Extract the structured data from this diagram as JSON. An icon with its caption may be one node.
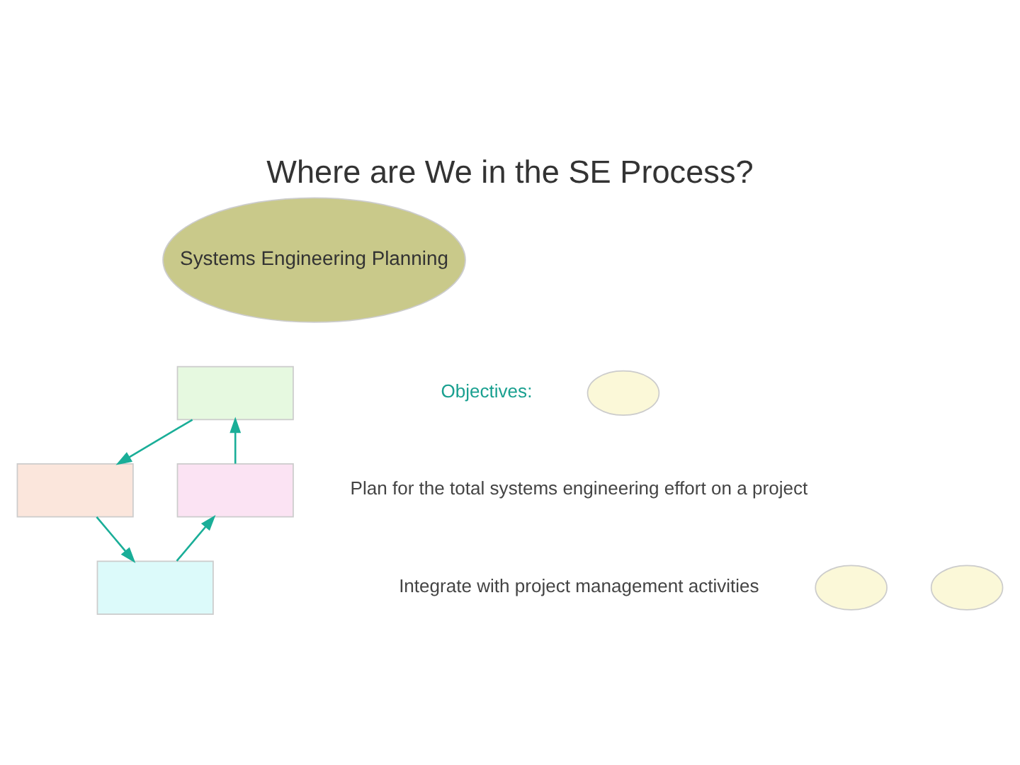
{
  "diagram": {
    "title": "Where are We in the SE Process?",
    "nodes": [
      {
        "text": [
          "Systems Engineering Planning"
        ]
      },
      {
        "text": [],
        "shape": "box"
      },
      {
        "text": [],
        "shape": "circle"
      },
      {
        "text": [],
        "shape": "box"
      },
      {
        "text": [],
        "shape": "box"
      },
      {
        "text": [],
        "shape": "circle"
      },
      {
        "text": [],
        "shape": "box"
      },
      {
        "text": [],
        "shape": "circle"
      }
    ],
    "edges": [
      {
        "from": 1,
        "to": 4,
        "arrow": "to"
      },
      {
        "from": 4,
        "to": 6,
        "arrow": "to"
      },
      {
        "from": 6,
        "to": 3,
        "arrow": "to"
      },
      {
        "from": 3,
        "to": 1,
        "arrow": "to"
      }
    ],
    "labels": [
      "Objectives:",
      "Plan for the total systems engineering effort on a project",
      "Integrate with project management activities"
    ]
  }
}
